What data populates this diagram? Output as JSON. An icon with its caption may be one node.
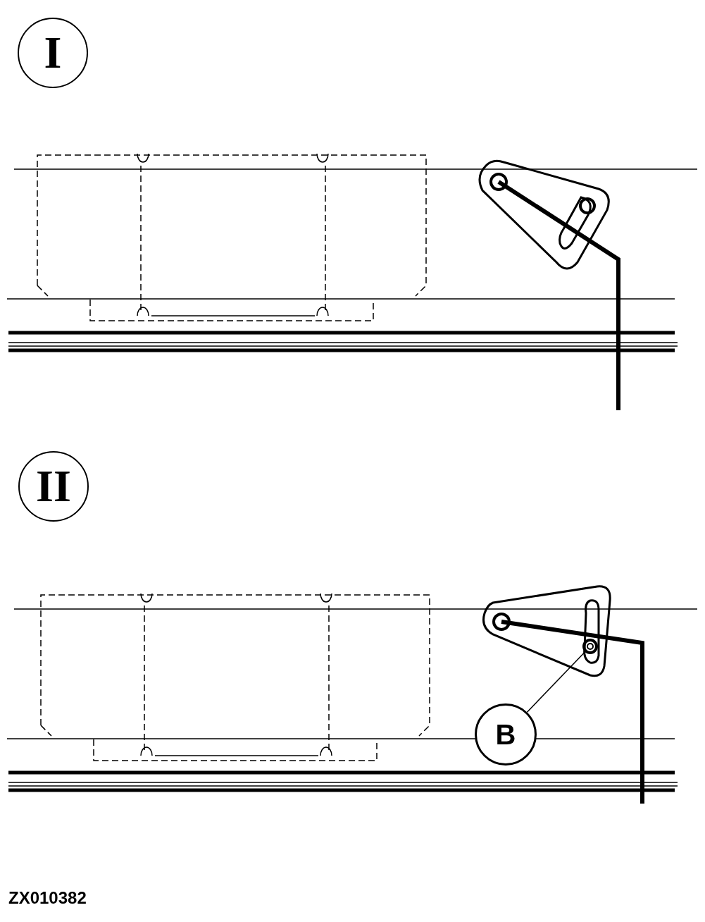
{
  "diagram": {
    "nodes": [
      {
        "text": [
          "I"
        ]
      },
      {
        "text": [
          "II"
        ]
      },
      {
        "text": [
          "B"
        ]
      },
      {
        "text": [],
        "shape": "circle"
      }
    ],
    "edges": [
      {
        "from": 2,
        "to": 3,
        "arrow": "none"
      }
    ],
    "labels": [
      "ZX010382"
    ]
  }
}
